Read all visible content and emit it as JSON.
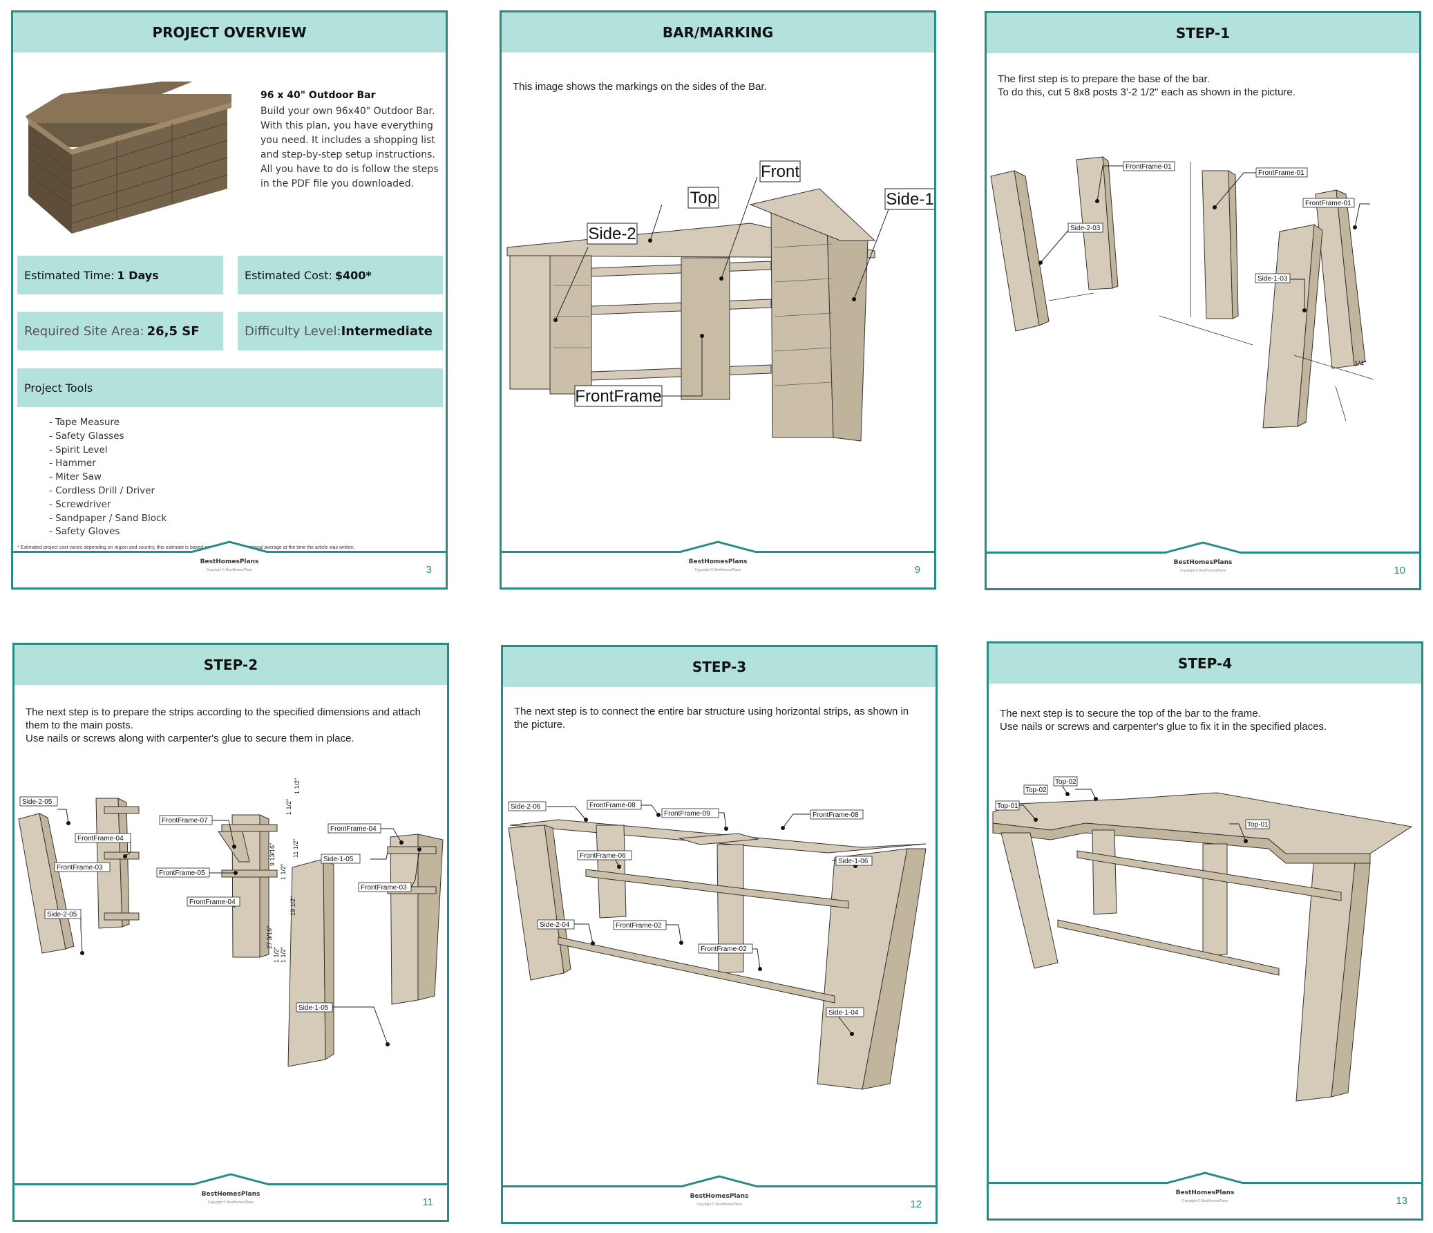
{
  "brand": {
    "name": "BestHomesPlans",
    "copyright": "Copyright © BestHomesPlans"
  },
  "colors": {
    "accent": "#2a8a85",
    "header_fill": "#b3e2dc",
    "wood": "#d6cbb8"
  },
  "pages": [
    {
      "id": "p3",
      "header": "PROJECT OVERVIEW",
      "number": "3",
      "product_title": "96 x 40\" Outdoor Bar",
      "product_desc": "Build your own 96x40\" Outdoor Bar. With this plan, you have everything you need. It includes a shopping list and step-by-step setup instructions. All you have to do is follow the steps in the PDF file you downloaded.",
      "estimated_time": {
        "label": "Estimated Time:",
        "value": "1 Days"
      },
      "estimated_cost": {
        "label": "Estimated Cost:",
        "value": "$400*"
      },
      "site_area": {
        "label": "Required Site Area:",
        "value": "26,5 SF"
      },
      "difficulty": {
        "label": "Difficulty Level:",
        "value": "Intermediate"
      },
      "tools_title": "Project Tools",
      "tools": [
        "- Tape Measure",
        "- Safety Glasses",
        "- Spirit Level",
        "- Hammer",
        "- Miter Saw",
        "- Cordless Drill / Driver",
        "- Screwdriver",
        "- Sandpaper / Sand Block",
        "- Safety Gloves"
      ],
      "footnote": "* Estimated project cost varies depending on region and country, this estimate is based on an approximate national average at the time the article was written."
    },
    {
      "id": "p9",
      "header": "BAR/MARKING",
      "number": "9",
      "intro": "This image shows the markings on the sides of the Bar.",
      "labels": [
        "Front",
        "Top",
        "Side-1",
        "Side-2",
        "FrontFrame"
      ]
    },
    {
      "id": "p10",
      "header": "STEP-1",
      "number": "10",
      "intro": "The first step is to prepare the base of the bar.\nTo do this, cut 5 8x8 posts 3'-2 1/2\" each as shown in the picture.",
      "labels": [
        "FrontFrame-01",
        "FrontFrame-01",
        "FrontFrame-01",
        "Side-2-03",
        "Side-1-03"
      ],
      "dims": [
        "1/4\""
      ]
    },
    {
      "id": "p11",
      "header": "STEP-2",
      "number": "11",
      "intro": "The next step is to prepare the strips according to the specified dimensions and attach them to the main posts.\nUse nails or screws along with carpenter's glue to secure them in place.",
      "labels": [
        "Side-2-05",
        "FrontFrame-04",
        "FrontFrame-03",
        "Side-2-05",
        "FrontFrame-07",
        "FrontFrame-05",
        "FrontFrame-04",
        "FrontFrame-04",
        "Side-1-05",
        "FrontFrame-03",
        "Side-1-05"
      ],
      "dims": [
        "1 1/2\"",
        "1 1/2\"",
        "9 13/16\"",
        "11 1/2\"",
        "1 1/2\"",
        "19 1/2\"",
        "27 3/16\"",
        "1 1/2\"",
        "1 1/2\""
      ]
    },
    {
      "id": "p12",
      "header": "STEP-3",
      "number": "12",
      "intro": "The next step is to connect the entire bar structure using horizontal strips, as shown in the picture.",
      "labels": [
        "Side-2-06",
        "FrontFrame-08",
        "FrontFrame-09",
        "FrontFrame-08",
        "FrontFrame-06",
        "Side-1-06",
        "Side-2-04",
        "FrontFrame-02",
        "FrontFrame-02",
        "Side-1-04"
      ]
    },
    {
      "id": "p13",
      "header": "STEP-4",
      "number": "13",
      "intro": "The next step is to secure the top of the bar to the frame.\nUse nails or screws and carpenter's glue to fix it in the specified places.",
      "labels": [
        "Top-02",
        "Top-02",
        "Top-01",
        "Top-01"
      ]
    }
  ]
}
